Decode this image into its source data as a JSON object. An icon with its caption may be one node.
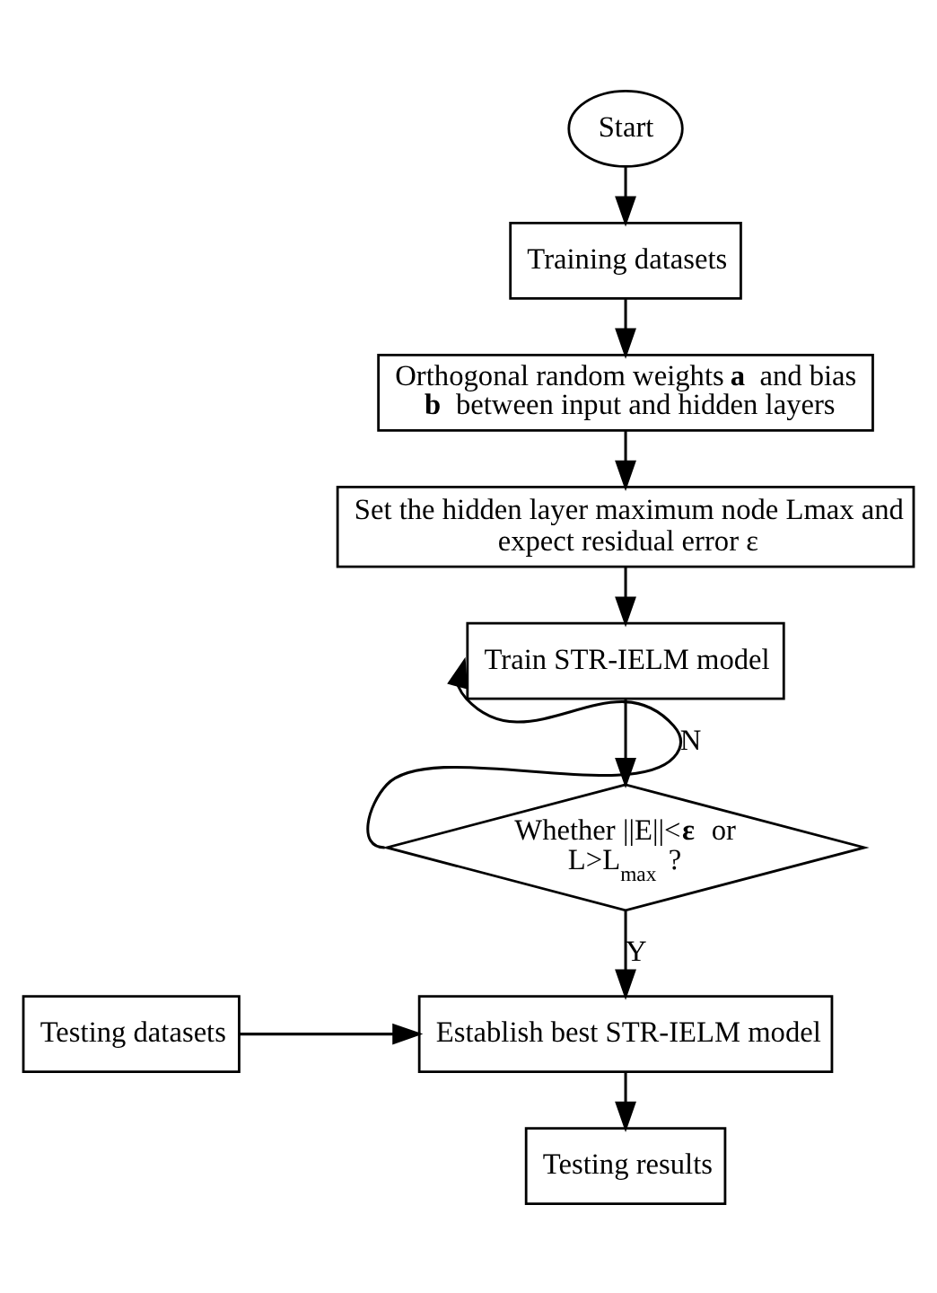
{
  "diagram": {
    "nodes": [
      {
        "text": [
          "Start"
        ]
      },
      {
        "text": [
          "Training datasets"
        ]
      },
      {
        "text": [
          "Orthogonal random weights **a** and bias **b** between input and hidden layers"
        ]
      },
      {
        "text": [
          "Set the hidden layer maximum node Lmax and expect residual error ε"
        ]
      },
      {
        "text": [
          "Train STR-IELM model"
        ]
      },
      {
        "text": [
          "Whether ||E||<**ε** or L>L$_{max}$ ?"
        ]
      },
      {
        "text": [
          "Establish best STR-IELM model"
        ]
      },
      {
        "text": [
          "Testing datasets"
        ]
      },
      {
        "text": [
          "Testing results"
        ]
      }
    ],
    "edges": [
      {
        "from": 0,
        "to": 1,
        "arrow": "to"
      },
      {
        "from": 1,
        "to": 2,
        "arrow": "to"
      },
      {
        "from": 2,
        "to": 3,
        "arrow": "to"
      },
      {
        "from": 3,
        "to": 4,
        "arrow": "to"
      },
      {
        "from": 4,
        "to": 5,
        "arrow": "to"
      },
      {
        "from": 5,
        "to": 4,
        "arrow": "to",
        "label": "N"
      },
      {
        "from": 5,
        "to": 6,
        "arrow": "to",
        "label": "Y"
      },
      {
        "from": 7,
        "to": 6,
        "arrow": "to"
      },
      {
        "from": 6,
        "to": 8,
        "arrow": "to"
      }
    ]
  }
}
